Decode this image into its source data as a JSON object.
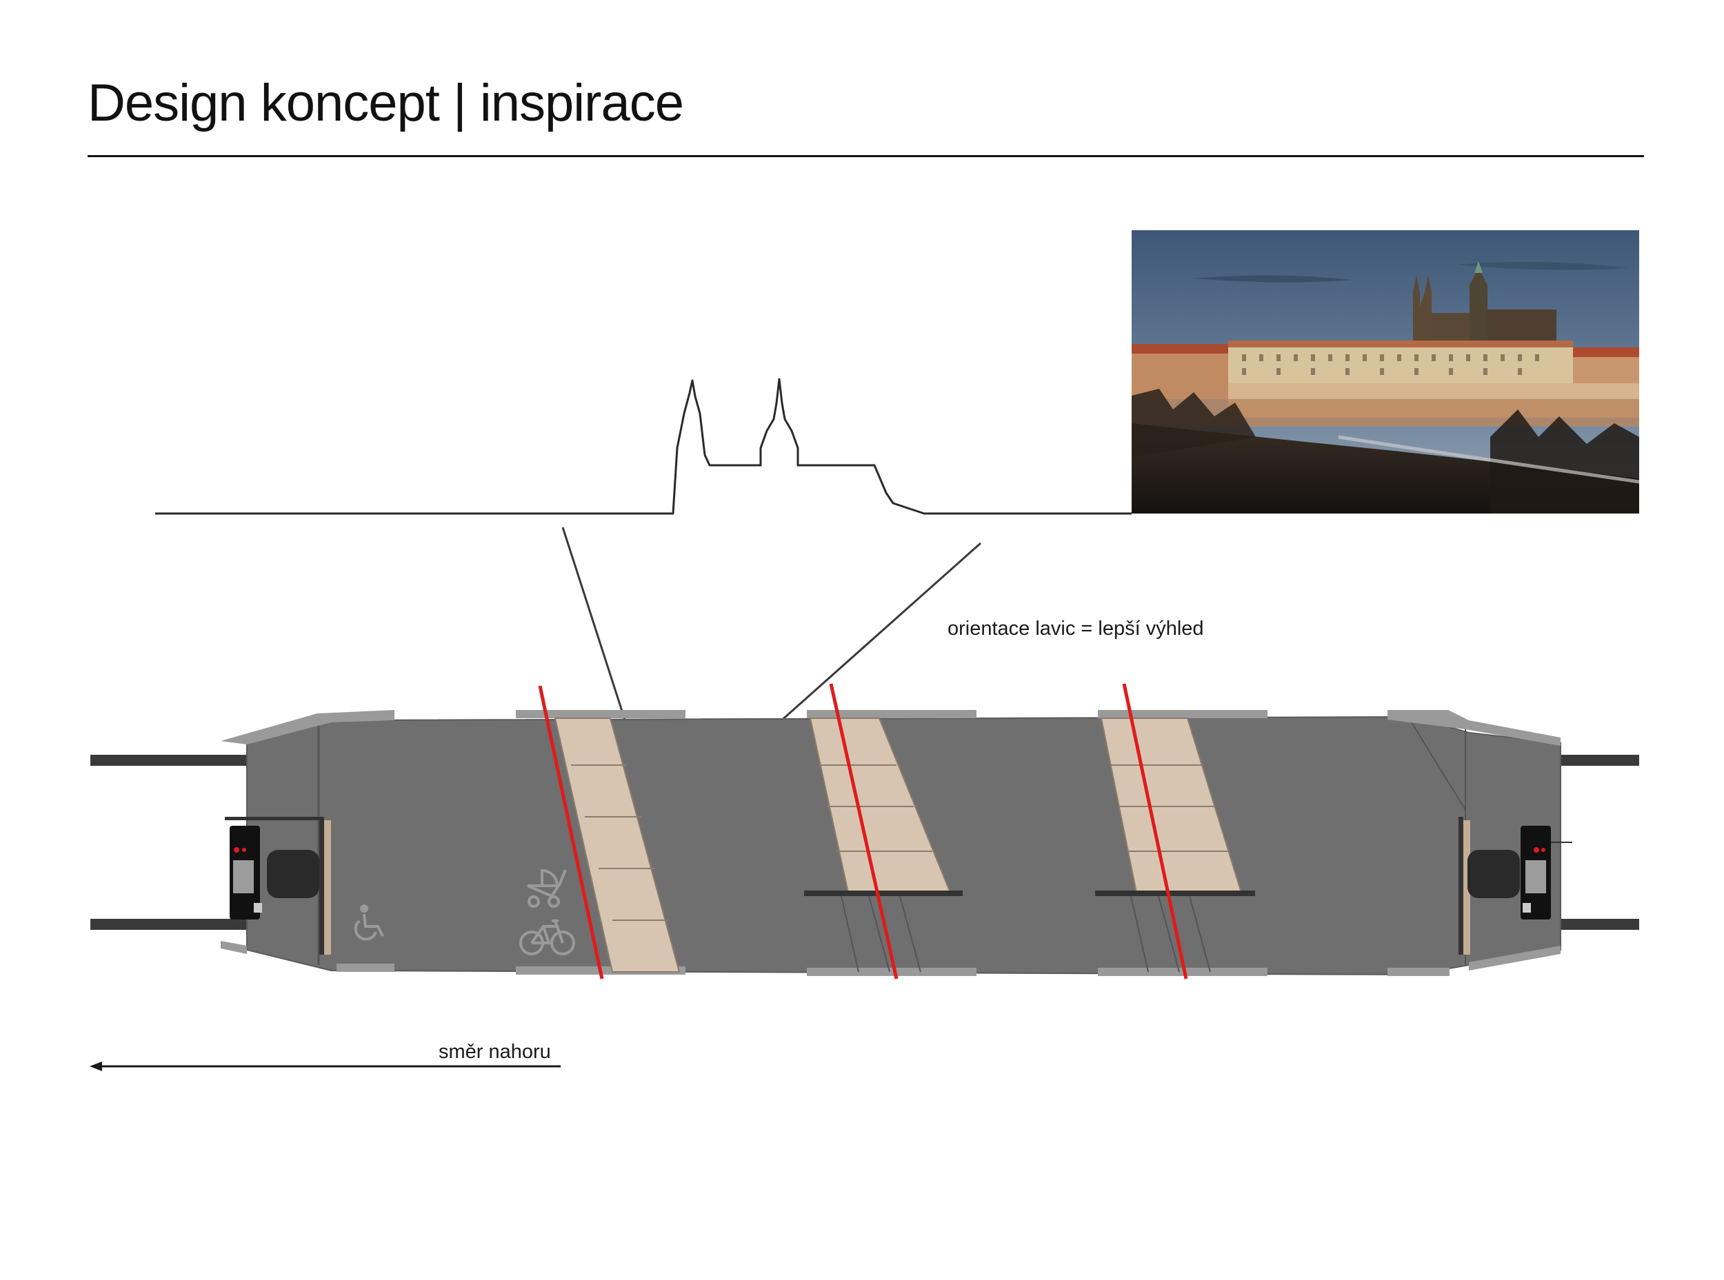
{
  "header": {
    "title": "Design koncept | inspirace"
  },
  "annotations": {
    "view_label": "orientace lavic = lepší výhled",
    "direction_label": "směr nahoru"
  },
  "icons": {
    "wheelchair": "wheelchair-icon",
    "stroller": "stroller-icon",
    "bicycle": "bicycle-icon"
  },
  "colors": {
    "car_body": "#6e6e6e",
    "bench_wood": "#d9c7b3",
    "orientation_line": "#e01b1b",
    "rail": "#3a3a3a",
    "sky": "#4a6280"
  }
}
